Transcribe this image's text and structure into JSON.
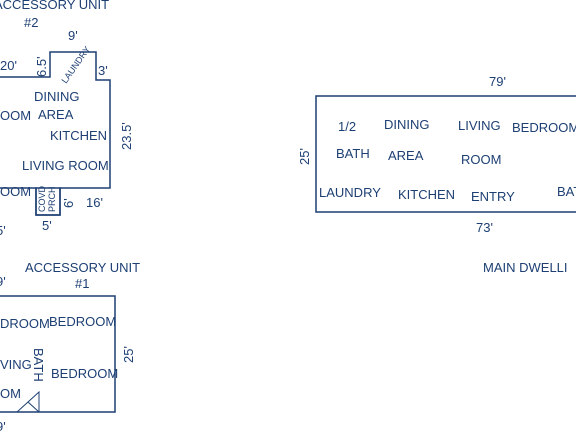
{
  "unit2": {
    "title": "ACCESSORY UNIT",
    "number": "#2",
    "dims": {
      "top": "9'",
      "left_top": "20'",
      "left_mid": "6.5'",
      "right_notch": "3'",
      "right": "23.5'",
      "bottom_left": "5'",
      "bottom_mid": "5'",
      "porch_depth": "6'",
      "bottom_right": "16'"
    },
    "rooms": {
      "dining": "DINING",
      "area": "AREA",
      "kitchen": "KITCHEN",
      "living_room": "LIVING ROOM",
      "room_upper": "OOM",
      "room_lower": "OOM",
      "laundry": "LAUNDRY",
      "covd": "COVD",
      "prch": "PRCH"
    }
  },
  "main": {
    "title": "MAIN DWELLI",
    "dims": {
      "top": "79'",
      "left": "25'",
      "bottom": "73'"
    },
    "rooms": {
      "half": "1/2",
      "bath": "BATH",
      "dining": "DINING",
      "area": "AREA",
      "living": "LIVING",
      "room": "ROOM",
      "bedroom": "BEDROOM",
      "laundry": "LAUNDRY",
      "kitchen": "KITCHEN",
      "entry": "ENTRY",
      "bath_right": "BAT"
    }
  },
  "unit1": {
    "title": "ACCESSORY UNIT",
    "number": "#1",
    "dims": {
      "top_left": "9'",
      "right": "25'",
      "bottom_left": "9'"
    },
    "rooms": {
      "droom": "DROOM",
      "bedroom_top": "BEDROOM",
      "living": "VING",
      "room_lower": "OM",
      "bath": "BATH",
      "bedroom_bottom": "BEDROOM"
    }
  }
}
